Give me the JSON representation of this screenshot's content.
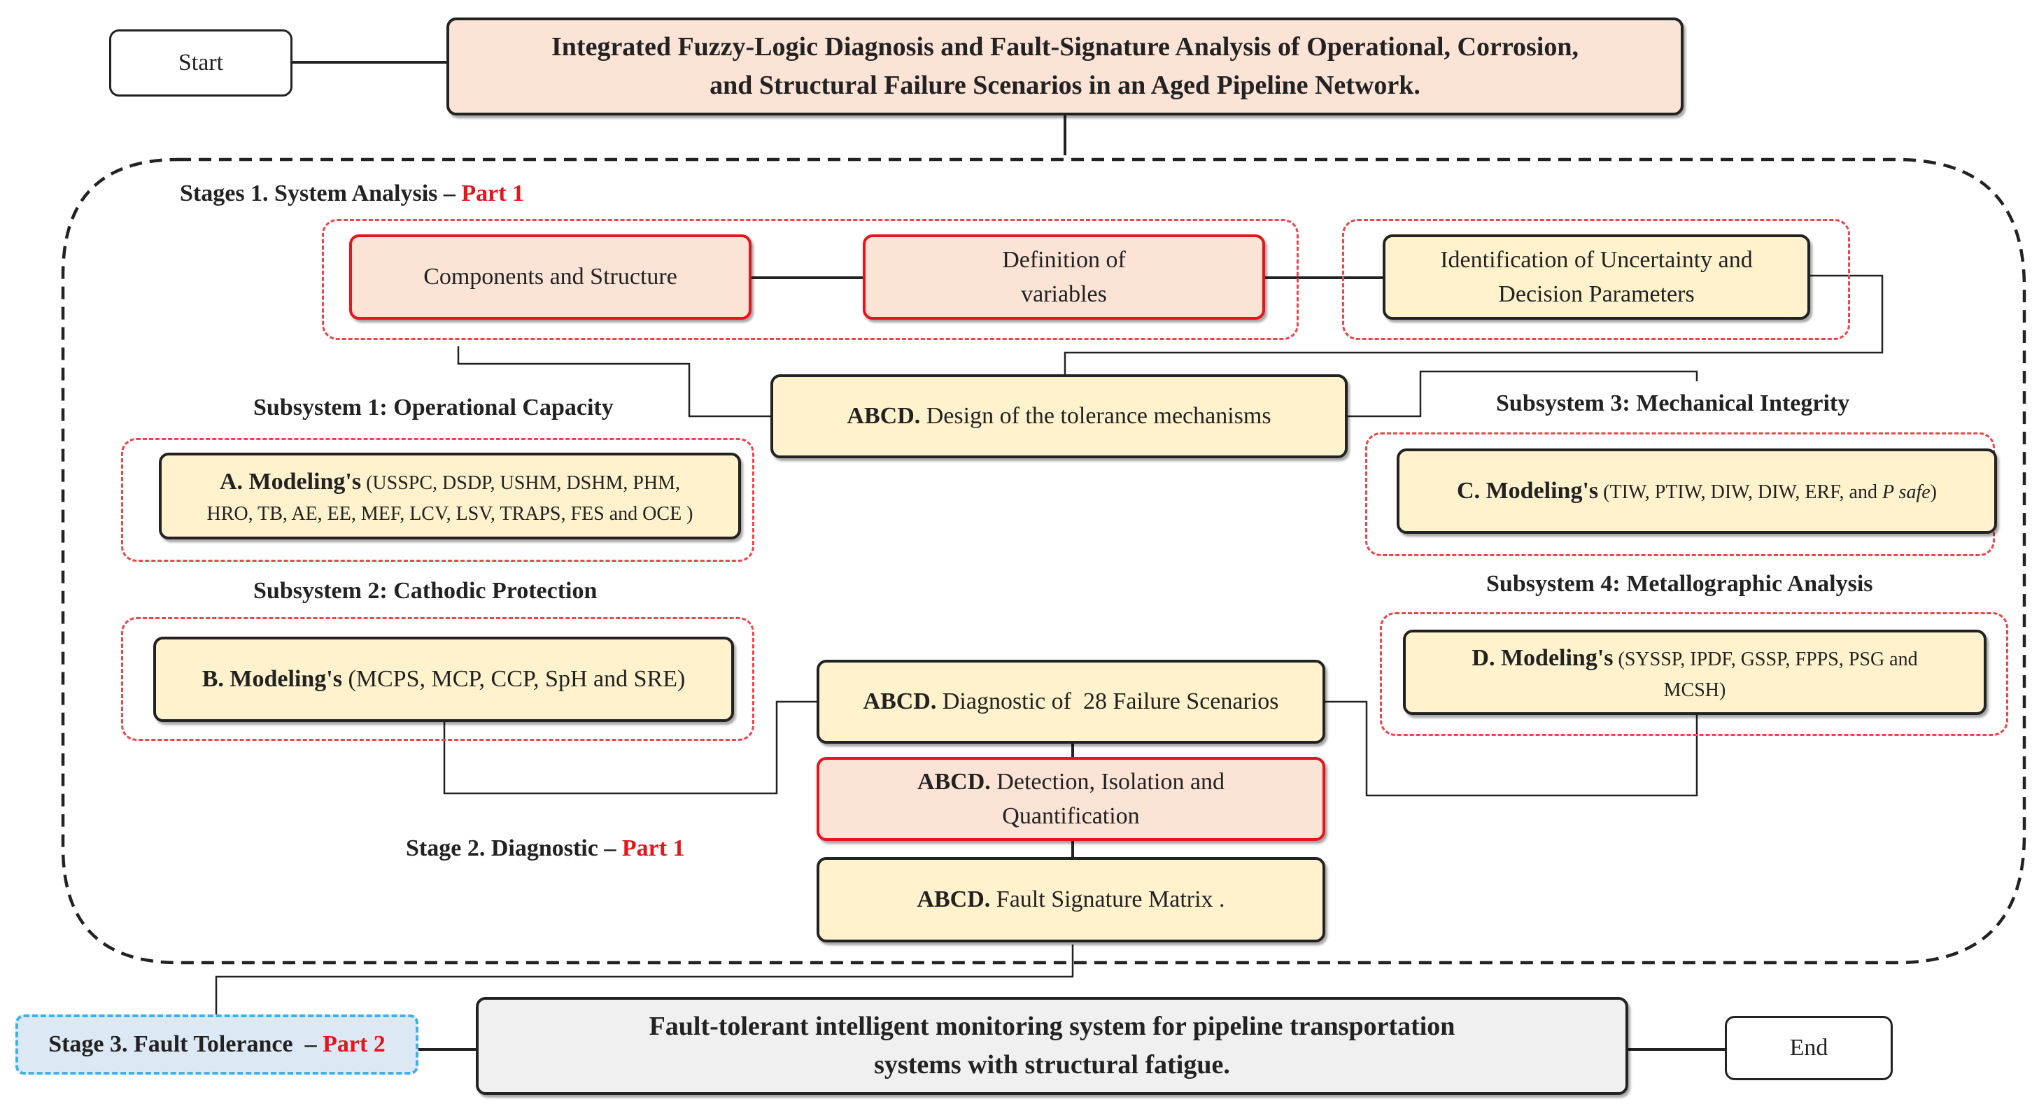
{
  "start": "Start",
  "end": "End",
  "title": {
    "line1": "Integrated Fuzzy-Logic Diagnosis and Fault-Signature Analysis of Operational, Corrosion,",
    "line2": "and Structural Failure Scenarios in an Aged Pipeline Network."
  },
  "stage1": {
    "label": "Stages 1. System Analysis –",
    "part": "Part 1"
  },
  "stage1_boxes": {
    "components": "Components and Structure",
    "definition_line1": "Definition of",
    "definition_line2": "variables",
    "uncertainty_line1": "Identification of Uncertainty and",
    "uncertainty_line2": "Decision Parameters"
  },
  "design": {
    "bold": "ABCD.",
    "text": "Design of the tolerance mechanisms"
  },
  "subsystems": {
    "s1": "Subsystem 1: Operational Capacity",
    "s2": "Subsystem 2: Cathodic Protection",
    "s3": "Subsystem 3: Mechanical Integrity",
    "s4": "Subsystem 4: Metallographic Analysis"
  },
  "modeling": {
    "a_bold": "A. Modeling's",
    "a_line1": "(USSPC, DSDP, USHM, DSHM, PHM,",
    "a_line2": "HRO, TB, AE, EE, MEF, LCV, LSV, TRAPS, FES and OCE )",
    "b_bold": "B. Modeling's",
    "b_text": "(MCPS, MCP, CCP, SpH and SRE)",
    "c_bold": "C. Modeling's",
    "c_text": "(TIW, PTIW, DIW, DIW, ERF, and",
    "c_italic": "P safe",
    "c_close": ")",
    "d_bold": "D. Modeling's",
    "d_line1": "(SYSSP, IPDF, GSSP, FPPS, PSG and",
    "d_line2": "MCSH)"
  },
  "diagnostic": {
    "bold": "ABCD.",
    "text": "Diagnostic of  28 Failure Scenarios"
  },
  "detection": {
    "bold": "ABCD.",
    "text_line1": "Detection, Isolation and",
    "text_line2": "Quantification"
  },
  "matrix": {
    "bold": "ABCD.",
    "text": "Fault Signature Matrix ."
  },
  "stage2": {
    "label": "Stage 2. Diagnostic –",
    "part": "Part 1"
  },
  "stage3": {
    "label": "Stage 3. Fault Tolerance  –",
    "part": "Part 2"
  },
  "final": {
    "line1": "Fault-tolerant intelligent monitoring system for pipeline transportation",
    "line2": "systems with structural fatigue."
  },
  "colors": {
    "accent_red": "#e8141b",
    "yellow_fill": "#fff2cc",
    "pink_fill": "#fbe3d6",
    "blue_fill": "#dce9f5",
    "blue_border": "#3fb0e8",
    "grey_fill": "#f0f0f0"
  }
}
